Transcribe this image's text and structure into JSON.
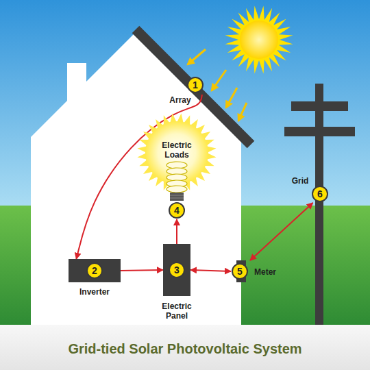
{
  "diagram": {
    "title": "Grid-tied Solar Photovoltaic System",
    "nodes": [
      {
        "text": [
          "1",
          "Array"
        ]
      },
      {
        "text": [
          "2",
          "Inverter"
        ]
      },
      {
        "text": [
          "3",
          "Electric Panel"
        ]
      },
      {
        "text": [
          "Electric Loads",
          "4"
        ]
      },
      {
        "text": [
          "5",
          "Meter"
        ]
      },
      {
        "text": [
          "Grid",
          "6"
        ]
      }
    ],
    "edges": [
      {
        "from": 0,
        "to": 1,
        "arrow": "to"
      },
      {
        "from": 1,
        "to": 2,
        "arrow": "to"
      },
      {
        "from": 2,
        "to": 3,
        "arrow": "to"
      },
      {
        "from": 2,
        "to": 4,
        "arrow": "both"
      },
      {
        "from": 4,
        "to": 5,
        "arrow": "both"
      }
    ]
  }
}
